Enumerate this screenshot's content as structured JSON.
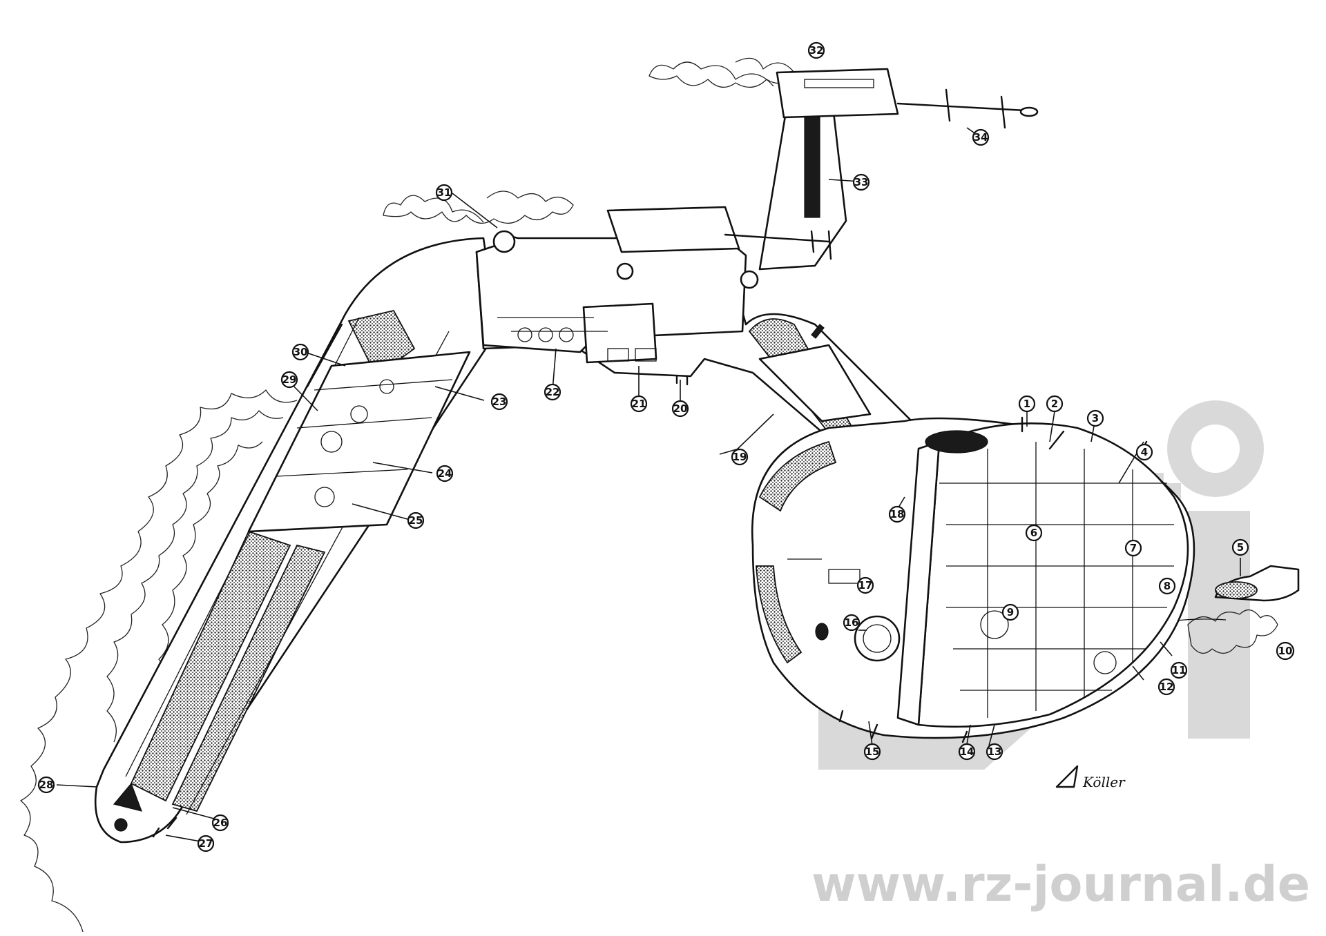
{
  "labels": {
    "n1": "1",
    "n2": "2",
    "n3": "3",
    "n4": "4",
    "n5": "5",
    "n6": "6",
    "n7": "7",
    "n8": "8",
    "n9": "9",
    "n10": "10",
    "n11": "11",
    "n12": "12",
    "n13": "13",
    "n14": "14",
    "n15": "15",
    "n16": "16",
    "n17": "17",
    "n18": "18",
    "n19": "19",
    "n20": "20",
    "n21": "21",
    "n22": "22",
    "n23": "23",
    "n24": "24",
    "n25": "25",
    "n26": "26",
    "n27": "27",
    "n28": "28",
    "n29": "29",
    "n30": "30",
    "n31": "31",
    "n32": "32",
    "n33": "33",
    "n34": "34"
  },
  "signature": "Köller",
  "watermark": "www.rz-journal.de",
  "colors": {
    "ink": "#111111",
    "paper": "#ffffff",
    "watermark": "#d9d9d9"
  }
}
